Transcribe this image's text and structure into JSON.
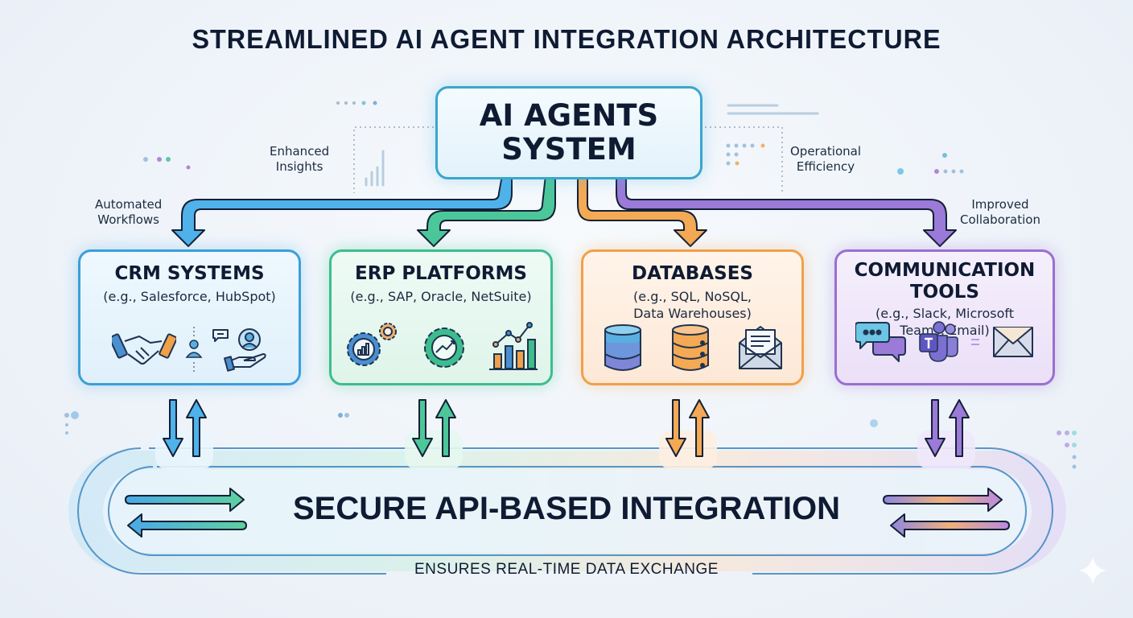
{
  "title": "STREAMLINED AI AGENT INTEGRATION ARCHITECTURE",
  "hub": {
    "line1": "AI AGENTS",
    "line2": "SYSTEM"
  },
  "benefits": {
    "enhanced_insights": [
      "Enhanced",
      "Insights"
    ],
    "operational_efficiency": [
      "Operational",
      "Efficiency"
    ],
    "automated_workflows": [
      "Automated",
      "Workflows"
    ],
    "improved_collaboration": [
      "Improved",
      "Collaboration"
    ]
  },
  "cards": {
    "crm": {
      "title": "CRM SYSTEMS",
      "subtitle": "(e.g., Salesforce, HubSpot)",
      "icons": [
        "handshake-icon",
        "user-icon",
        "chat-icon",
        "customer-care-icon"
      ],
      "color": "#3b9fd8"
    },
    "erp": {
      "title": "ERP PLATFORMS",
      "subtitle": "(e.g., SAP, Oracle, NetSuite)",
      "icons": [
        "gear-chart-icon",
        "gear-trend-icon",
        "bar-chart-icon"
      ],
      "color": "#3dbd8e"
    },
    "db": {
      "title": "DATABASES",
      "subtitle": "(e.g., SQL, NoSQL,",
      "subtitle2": "Data Warehouses)",
      "icons": [
        "database-icon",
        "server-icon",
        "envelope-open-icon"
      ],
      "color": "#f0a04a"
    },
    "comm": {
      "title": "COMMUNICATION",
      "title2": "TOOLS",
      "subtitle": "(e.g., Slack, Microsoft",
      "subtitle2": "Teams, Email)",
      "icons": [
        "chat-bubbles-icon",
        "teams-icon",
        "mail-icon"
      ],
      "color": "#9a6fd0"
    }
  },
  "bus": {
    "title": "SECURE API-BASED INTEGRATION",
    "subtitle": "ENSURES REAL-TIME DATA EXCHANGE"
  }
}
